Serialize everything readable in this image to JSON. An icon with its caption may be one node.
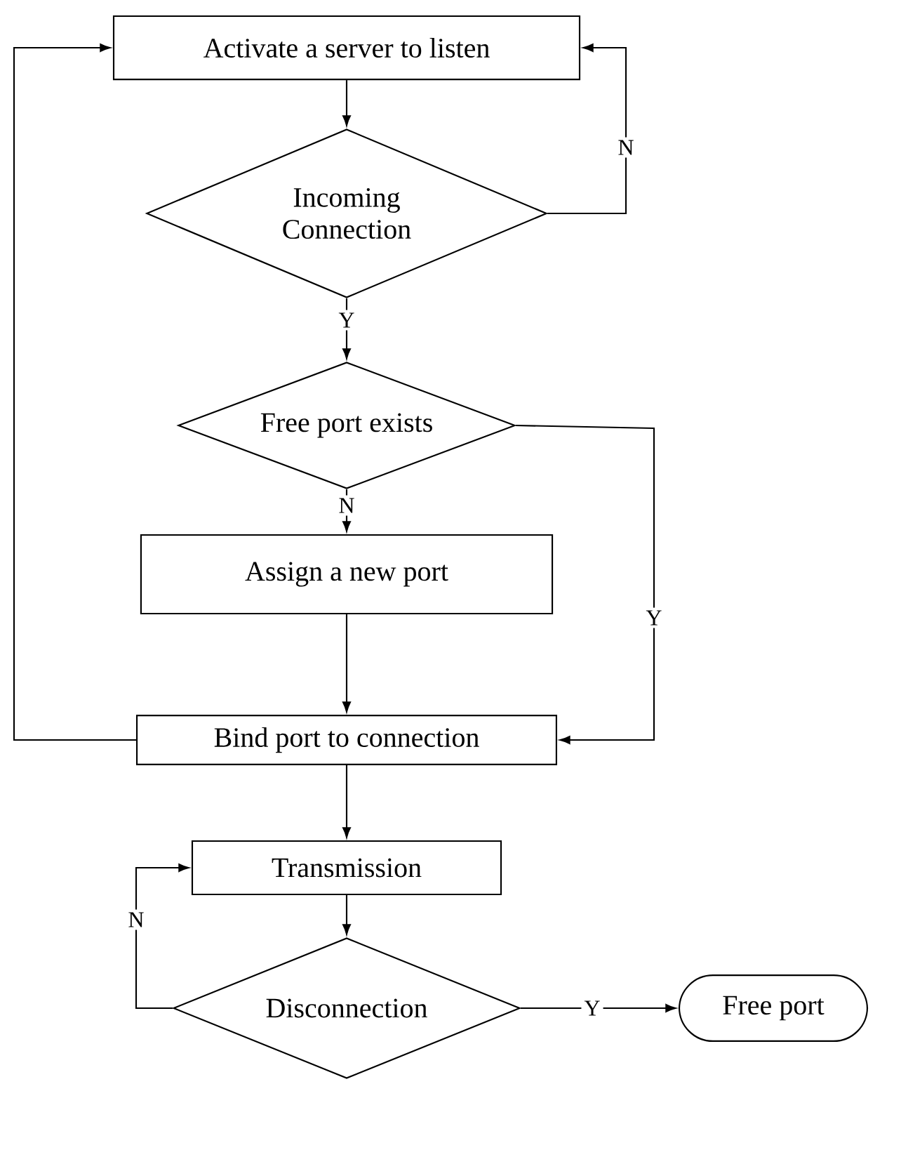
{
  "diagram": {
    "nodes": [
      {
        "text": [
          "Activate a server to listen"
        ]
      },
      {
        "text": [
          "Incoming Connection"
        ]
      },
      {
        "text": [
          "Free port exists"
        ]
      },
      {
        "text": [
          "Assign a new port"
        ]
      },
      {
        "text": [
          "Bind port to connection"
        ]
      },
      {
        "text": [
          "Transmission"
        ]
      },
      {
        "text": [
          "Disconnection"
        ]
      },
      {
        "text": [
          "Free port"
        ]
      }
    ],
    "edges": [
      {
        "from": 0,
        "to": 1,
        "arrow": "to"
      },
      {
        "from": 1,
        "to": 0,
        "arrow": "to",
        "label": "N"
      },
      {
        "from": 1,
        "to": 2,
        "arrow": "to",
        "label": "Y"
      },
      {
        "from": 2,
        "to": 3,
        "arrow": "to",
        "label": "N"
      },
      {
        "from": 2,
        "to": 4,
        "arrow": "to",
        "label": "Y"
      },
      {
        "from": 3,
        "to": 4,
        "arrow": "to"
      },
      {
        "from": 4,
        "to": 0,
        "arrow": "to"
      },
      {
        "from": 4,
        "to": 5,
        "arrow": "to"
      },
      {
        "from": 5,
        "to": 6,
        "arrow": "to"
      },
      {
        "from": 6,
        "to": 5,
        "arrow": "to",
        "label": "N"
      },
      {
        "from": 6,
        "to": 7,
        "arrow": "to",
        "label": "Y"
      }
    ]
  }
}
